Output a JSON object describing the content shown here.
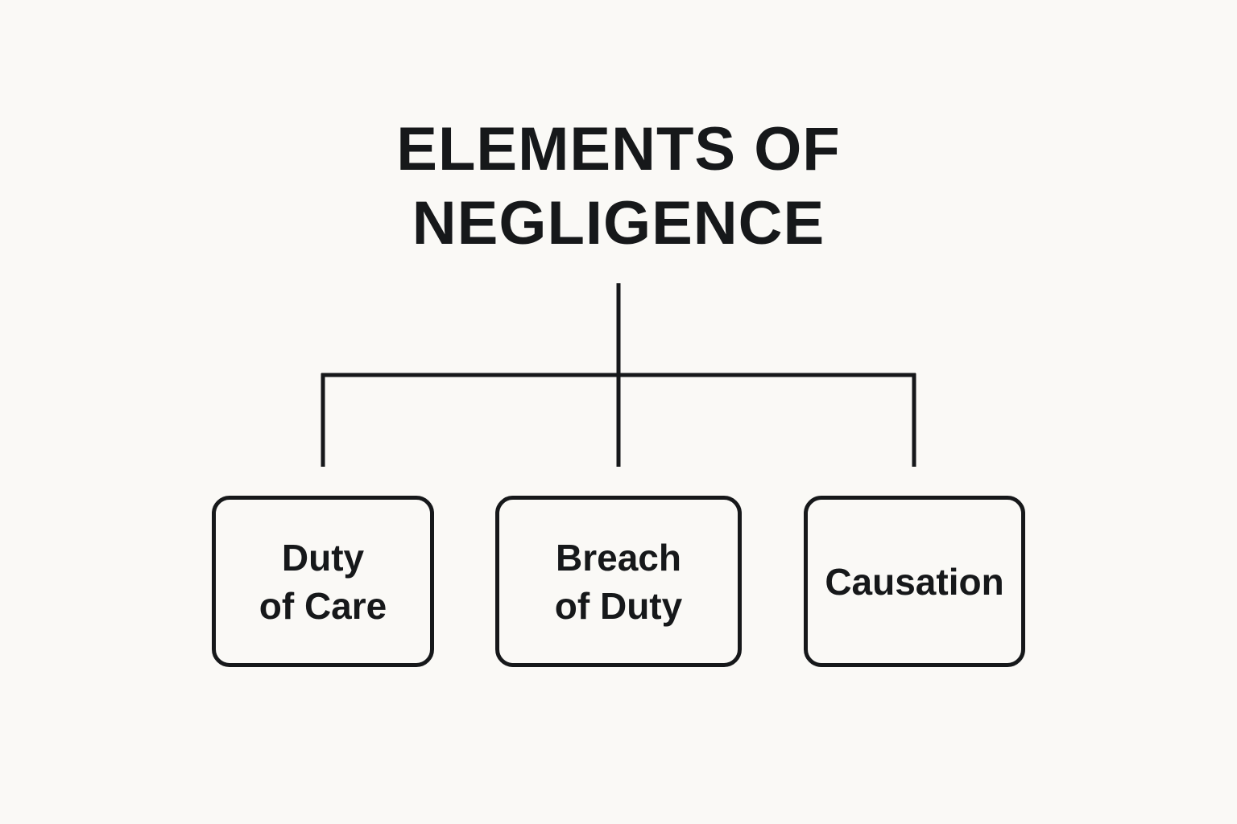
{
  "diagram": {
    "title_lines": [
      "ELEMENTS OF",
      "NEGLIGENCE"
    ],
    "nodes": [
      {
        "label": "Duty\nof Care"
      },
      {
        "label": "Breach\nof Duty"
      },
      {
        "label": "Causation"
      }
    ],
    "colors": {
      "background": "#faf9f6",
      "ink": "#16181a"
    }
  }
}
